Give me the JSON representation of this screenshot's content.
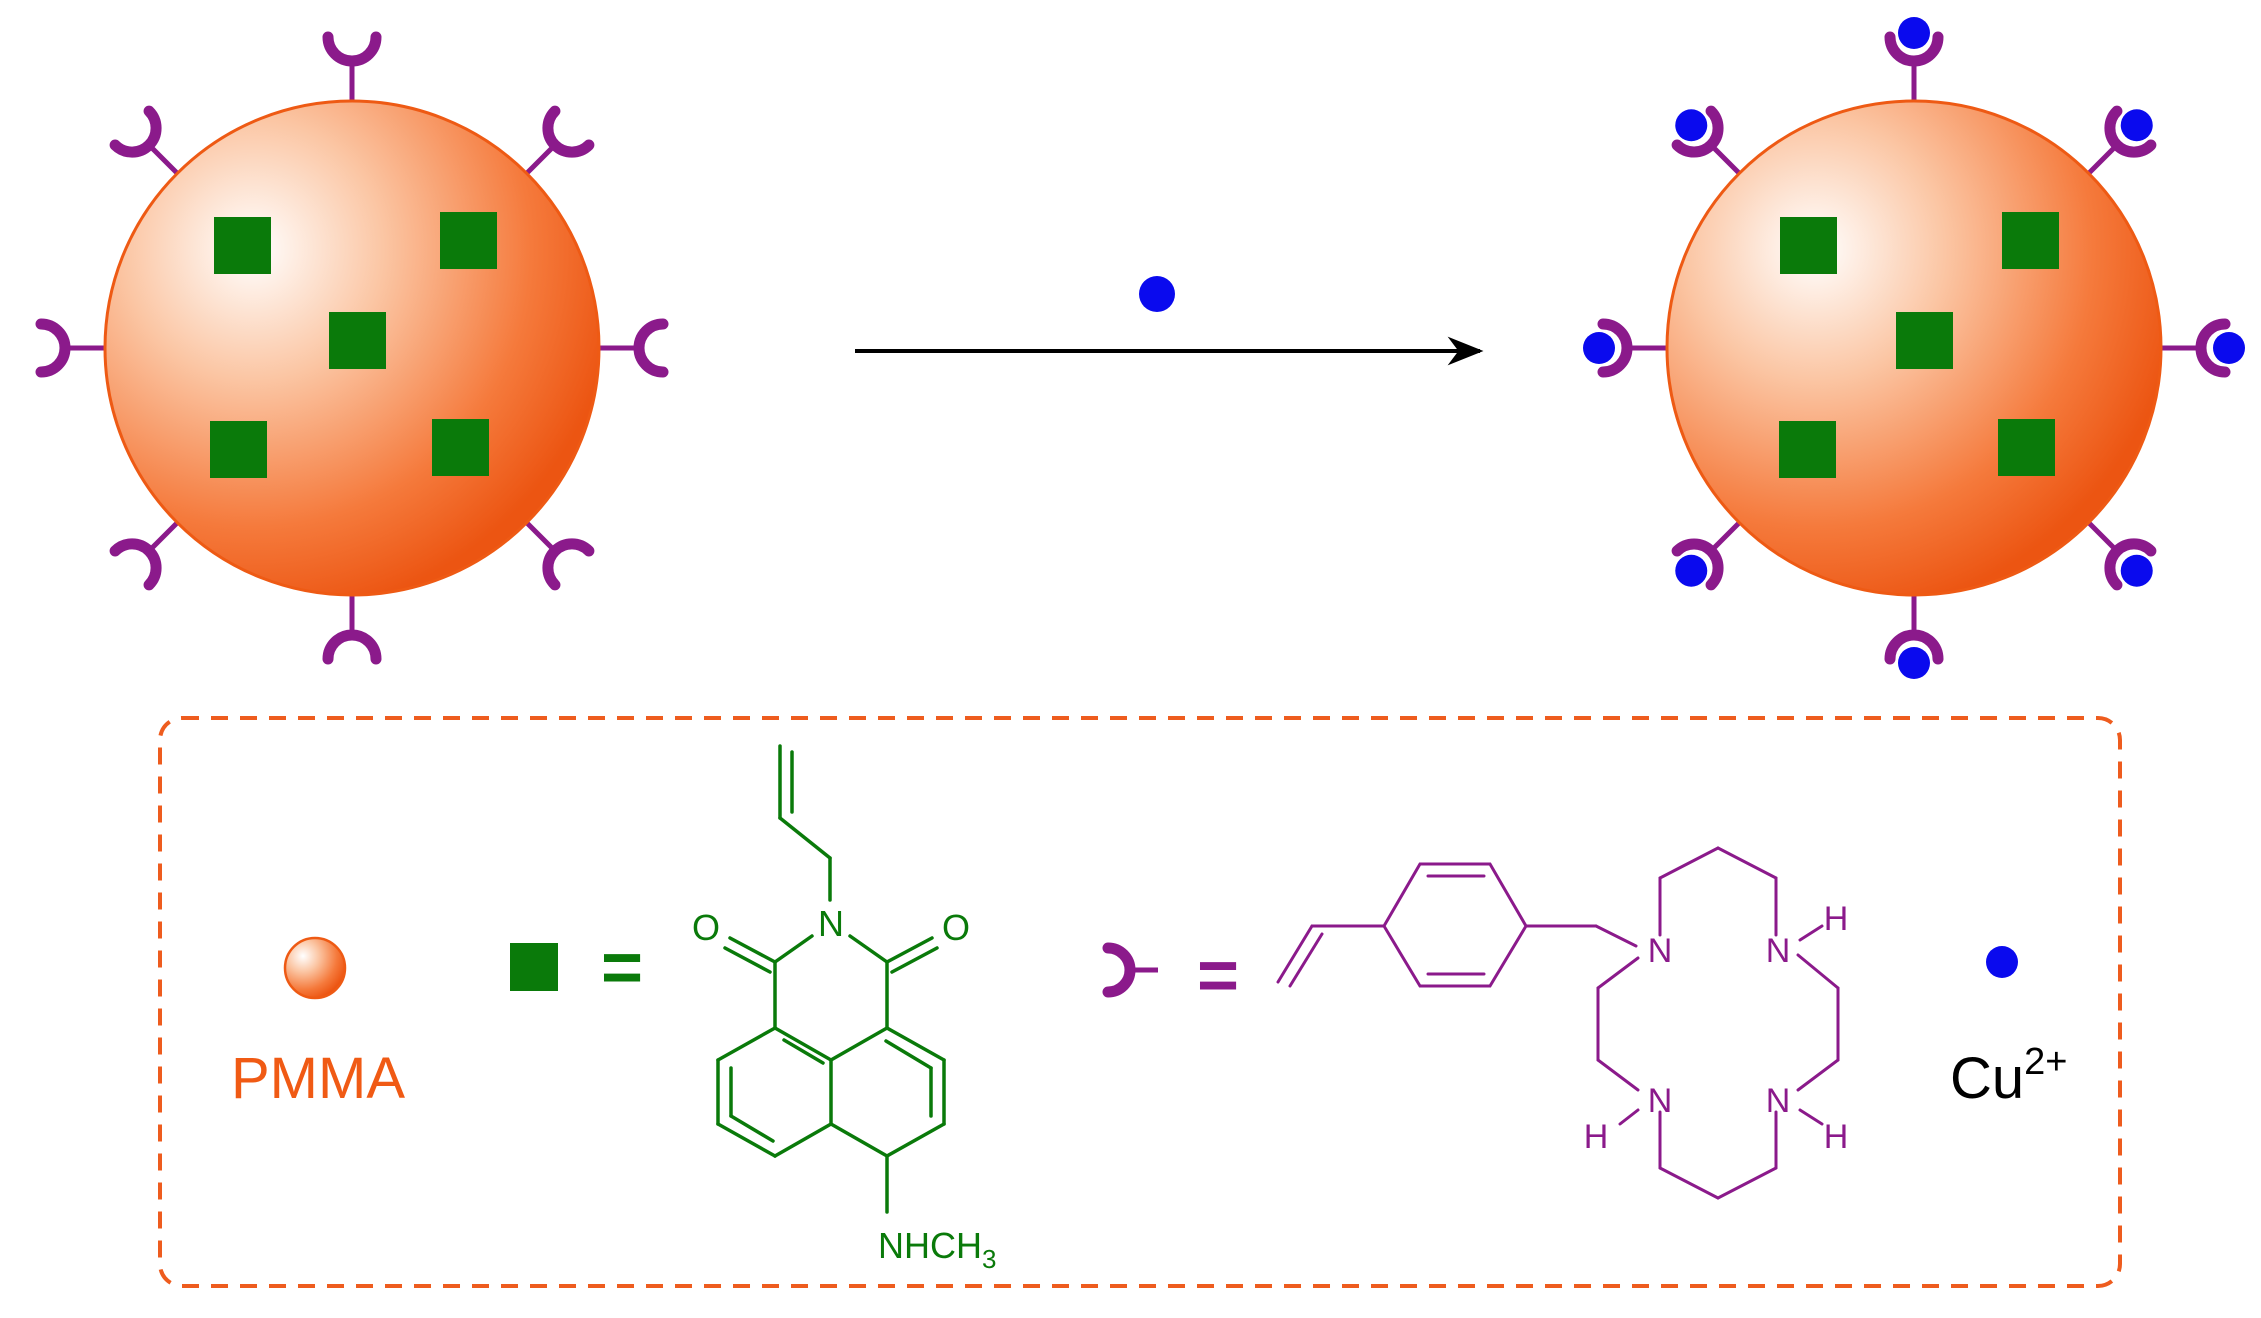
{
  "legend": {
    "pmma_label": "PMMA",
    "equals": "=",
    "cu_label_base": "Cu",
    "cu_label_sup": "2+"
  },
  "fluorophore": {
    "oxygen": "O",
    "nitrogen": "N",
    "substituent_base": "NHCH",
    "substituent_sub": "3"
  },
  "cyclam": {
    "nitrogen": "N",
    "hydrogen": "H"
  },
  "colors": {
    "sphere_center": "#ffffff",
    "sphere_edge": "#f05a14",
    "fluorophore_green": "#0a7a0a",
    "receptor_purple": "#8b1a8b",
    "cu_blue": "#0a0aee",
    "dashed_border": "#ee5c1e",
    "arrow": "#000000"
  }
}
